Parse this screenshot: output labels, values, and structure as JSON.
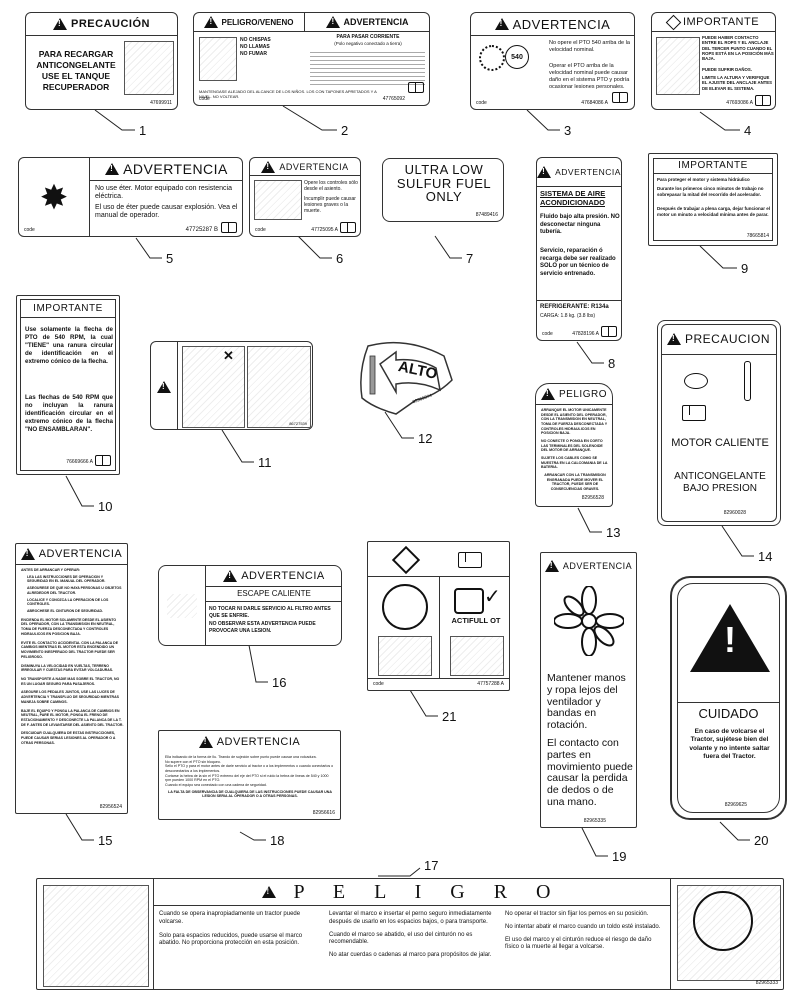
{
  "decals": {
    "d1": {
      "header": "PRECAUCIÓN",
      "text": "PARA RECARGAR ANTICONGELANTE USE EL TANQUE RECUPERADOR",
      "pn": "47699911"
    },
    "d2": {
      "header_left": "PELIGRO/VENENO",
      "header_right": "ADVERTENCIA",
      "sub": "PARA PASAR CORRIENTE",
      "sub2": "(Polo negativo conectado a tierra)",
      "left_items": [
        "NO CHISPAS",
        "NO LLAMAS",
        "NO FUMAR"
      ],
      "footer": "MANTENGASE ALEJADO DEL ALCANCE DE LOS NIÑOS. LOS CON TAPONES APRETADOS Y A NIVEL. NO VOLTEAR.",
      "code": "code",
      "pn": "47765092"
    },
    "d3": {
      "header": "ADVERTENCIA",
      "rpm": "540",
      "text1": "No opere el PTO 540 arriba de la velocidad nominal.",
      "text2": "Operar el PTO arriba de la velocidad nominal puede causar daño en el sistema PTO y podría ocasionar lesiones personales.",
      "code": "code",
      "pn": "47684086 A"
    },
    "d4": {
      "header": "IMPORTANTE",
      "text1": "PUEDE HABER CONTACTO ENTRE EL ROPS Y EL ANCLAJE DEL TERCER PUNTO CUANDO EL ROPS ESTÁ EN LA POSICIÓN MÁS BAJA.",
      "text2": "PUEDE SUFRIR DAÑOS.",
      "text3": "LIMITE LA ALTURA Y VERIFIQUE EL AJUSTE DEL ANCLAJE ANTES DE ELEVAR EL SISTEMA.",
      "pn": "47693086 A"
    },
    "d5": {
      "header": "ADVERTENCIA",
      "text1": "No use éter. Motor equipado con resistencia eléctrica.",
      "text2": "El uso de éter puede causar explosión. Vea el manual de operador.",
      "code": "code",
      "pn": "47725287 B"
    },
    "d6": {
      "header": "ADVERTENCIA",
      "text1": "Opere los controles sólo desde el asiento.",
      "text2": "Incumplir puede causar lesiones graves o la muerte.",
      "code": "code",
      "pn": "47725095 A"
    },
    "d7": {
      "text": "ULTRA LOW SULFUR FUEL ONLY",
      "pn": "87489416"
    },
    "d8": {
      "header": "ADVERTENCIA",
      "title": "SISTEMA DE AIRE ACONDICIONADO",
      "text1": "Fluido bajo alta presión. NO desconectar ninguna tubería.",
      "text2": "Servicio, reparación ó recarga debe ser realizado SOLO por un técnico de servicio entrenado.",
      "refrig": "REFRIGERANTE: R134a",
      "carga": "CARGA: 1.8 kg. (3.8 lbs)",
      "code": "code",
      "pn": "47828196 A"
    },
    "d9": {
      "header": "IMPORTANTE",
      "text0": "Para proteger el motor y sistema hidráulico",
      "text1": "Durante los primeros cinco minutos de trabajo no sobrepasar la mitad del recorrido del acelerador.",
      "text2": "Después de trabajar a plena carga, dejar funcionar el motor un minuto a velocidad mínima antes de parar.",
      "pn": "78665814"
    },
    "d10": {
      "header": "IMPORTANTE",
      "text1": "Use solamente la flecha de PTO de 540 RPM, la cual \"TIENE\" una ranura circular de identificación en el extremo cónico de la flecha.",
      "text2": "Las flechas de 540 RPM que no incluyan la ranura identificación circular en el extremo cónico de la flecha \"NO ENSAMBLARAN\".",
      "pn": "76669666 A"
    },
    "d11": {
      "pn": "86727539"
    },
    "d12": {
      "text": "ALTO",
      "pn": "82969074"
    },
    "d13": {
      "header": "PELIGRO",
      "items": [
        "ARRANQUE EL MOTOR UNICAMENTE DESDE EL ASIENTO DEL OPERADOR, CON LA TRANSMISION EN NEUTRAL, TOMA DE FUERZA DESCONECTADA Y CONTROLES HIDRAULICOS EN POSICION BAJA.",
        "NO CONECTE O PONGA EN CORTO LAS TERMINALES DEL SOLENOIDE DEL MOTOR DE ARRANQUE.",
        "SUJETE LOS CABLES COMO SE MUESTRA EN LA CALCOMANIA DE LA BATERIA."
      ],
      "footer": "ARRANCAR CON LA TRANSMISION ENGRANADA PUEDE MOVER EL TRACTOR, PUEDE SER DE CONSECUENCIAS GRAVES.",
      "pn": "82956528"
    },
    "d14": {
      "header": "PRECAUCION",
      "text1": "MOTOR CALIENTE",
      "text2": "ANTICONGELANTE BAJO PRESION",
      "pn": "82960028"
    },
    "d15": {
      "header": "ADVERTENCIA",
      "items": [
        "ANTES DE ARRANCAR Y OPERAR:",
        "LEA LAS INSTRUCCIONES DE OPERACION Y SEGURIDAD EN EL MANUAL DEL OPERADOR.",
        "ASEGURESE DE QUE NO HAYA PERSONAS U OBJETOS ALREDEDOR DEL TRACTOR.",
        "LOCALICE Y CONOZCA LA OPERACION DE LOS CONTROLES.",
        "ABROCHESE EL CINTURON DE SEGURIDAD.",
        "ENCIENDA EL MOTOR SOLAMENTE DESDE EL ASIENTO DEL OPERADOR, CON LA TRANSMISION EN NEUTRAL, TOMA DE FUERZA DESCONECTADA Y CONTROLES HIDRAULICOS EN POSICION BAJA.",
        "EVITE EL CONTACTO ACCIDENTAL CON LA PALANCA DE CAMBIOS MIENTRAS EL MOTOR ESTA ENCENDIDO UN MOVIMIENTO INESPERADO DEL TRACTOR PUEDE SER PELIGROSO.",
        "DISMINUYA LA VELOCIDAD EN VUELTAS, TERRENO IRREGULAR Y CUESTAS PARA EVITAR VOLCADURAS.",
        "NO TRANSPORTE A NADIE MAS SOBRE EL TRACTOR, NO ES UN LUGAR SEGURO PARA PASAJEROS.",
        "ASEGURE LOS PEDALES JUNTOS, USE LAS LUCES DE ADVERTENCIA Y TRANSFLUO DE SEGURIDAD MIENTRAS MANEJA SOBRE CAMINOS.",
        "BAJE EL EQUIPO Y PONGA LA PALANCA DE CAMBIOS EN NEUTRAL, PARE EL MOTOR, PONGA EL FRENO DE ESTACIONAMIENTO Y DESCONECTE LA PALANCA DE LA T. DE F. ANTES DE LEVANTARSE DEL ASIENTO DEL TRACTOR.",
        "DESCUIDAR CUALQUIERA DE ESTAS INSTRUCCIONES, PUEDE CAUSAR SERIAS LESIONES AL OPERADOR O A OTRAS PERSONAS."
      ],
      "pn": "82956524"
    },
    "d16": {
      "header": "ADVERTENCIA",
      "title": "ESCAPE CALIENTE",
      "items": [
        "NO TOCAR NI DARLE SERVICIO AL FILTRO ANTES QUE SE ENFRIE.",
        "NO OBSERVAR ESTA ADVERTENCIA PUEDE PROVOCAR UNA LESION."
      ]
    },
    "d17": {
      "header": "P E L I G R O",
      "col1": [
        "Cuando se opera inapropiadamente un tractor puede volcarse.",
        "Solo para espacios reducidos, puede usarse el marco abatido. No proporciona protección en esta posición."
      ],
      "col2": [
        "Levantar el marco e insertar el perno seguro inmediatamente después de usarlo en los espacios bajos, o para transporte.",
        "Cuando el marco se abatido, el uso del cinturón no es recomendable.",
        "No atar cuerdas o cadenas al marco para propósitos de jalar."
      ],
      "col3": [
        "No operar el tractor sin fijar los pernos en su posición.",
        "No intentar abatir el marco cuando un toldo esté instalado.",
        "El uso del marco y el cinturón reduce el riesgo de daño físico o la muerte al llegar a volcarse."
      ],
      "pn": "82965333"
    },
    "d18": {
      "header": "ADVERTENCIA",
      "items": [
        "Ella indicando de la forma de Ilu. Tirando de sujeción sobre punto puede causar una volcadura.",
        "No supere con el PTO sin bloqueo.",
        "Sello el PTO y para el motor antes de darle servicio al tractor o a los implementos o cuando conectarlos o desconectarlos a los implementos.",
        "Cortarse la hebra de la sin el PTO extremo del eje del PTO si el ruido la hebra de lineas de 540 y 1000 rpm pueden 1000 RPM en el PTO.",
        "Cuando el equipo sea conectado con una cadena de seguridad."
      ],
      "footer": "LA FALTA DE OBSERVANCIA DE CUALQUIERA DE LAS INSTRUCCIONES PUEDE CAUSAR UNA LESION SERIA AL OPERADOR O A OTRAS PERSONAS.",
      "pn": "82956616"
    },
    "d19": {
      "header": "ADVERTENCIA",
      "text1": "Mantener manos y ropa lejos del ventilador y bandas en rotación.",
      "text2": "El contacto con partes en movimiento puede causar la perdida de dedos o de una mano.",
      "pn": "82965335"
    },
    "d20": {
      "title": "CUIDADO",
      "text": "En caso de volcarse el Tractor, sujétese bien del volante y no intente saltar fuera del Tractor.",
      "pn": "82969625"
    },
    "d21": {
      "label": "ACTIFULL OT",
      "code": "code",
      "pn": "47757288 A"
    }
  },
  "callouts": [
    "1",
    "2",
    "3",
    "4",
    "5",
    "6",
    "7",
    "8",
    "9",
    "10",
    "11",
    "12",
    "13",
    "14",
    "15",
    "16",
    "17",
    "18",
    "19",
    "20",
    "21"
  ]
}
